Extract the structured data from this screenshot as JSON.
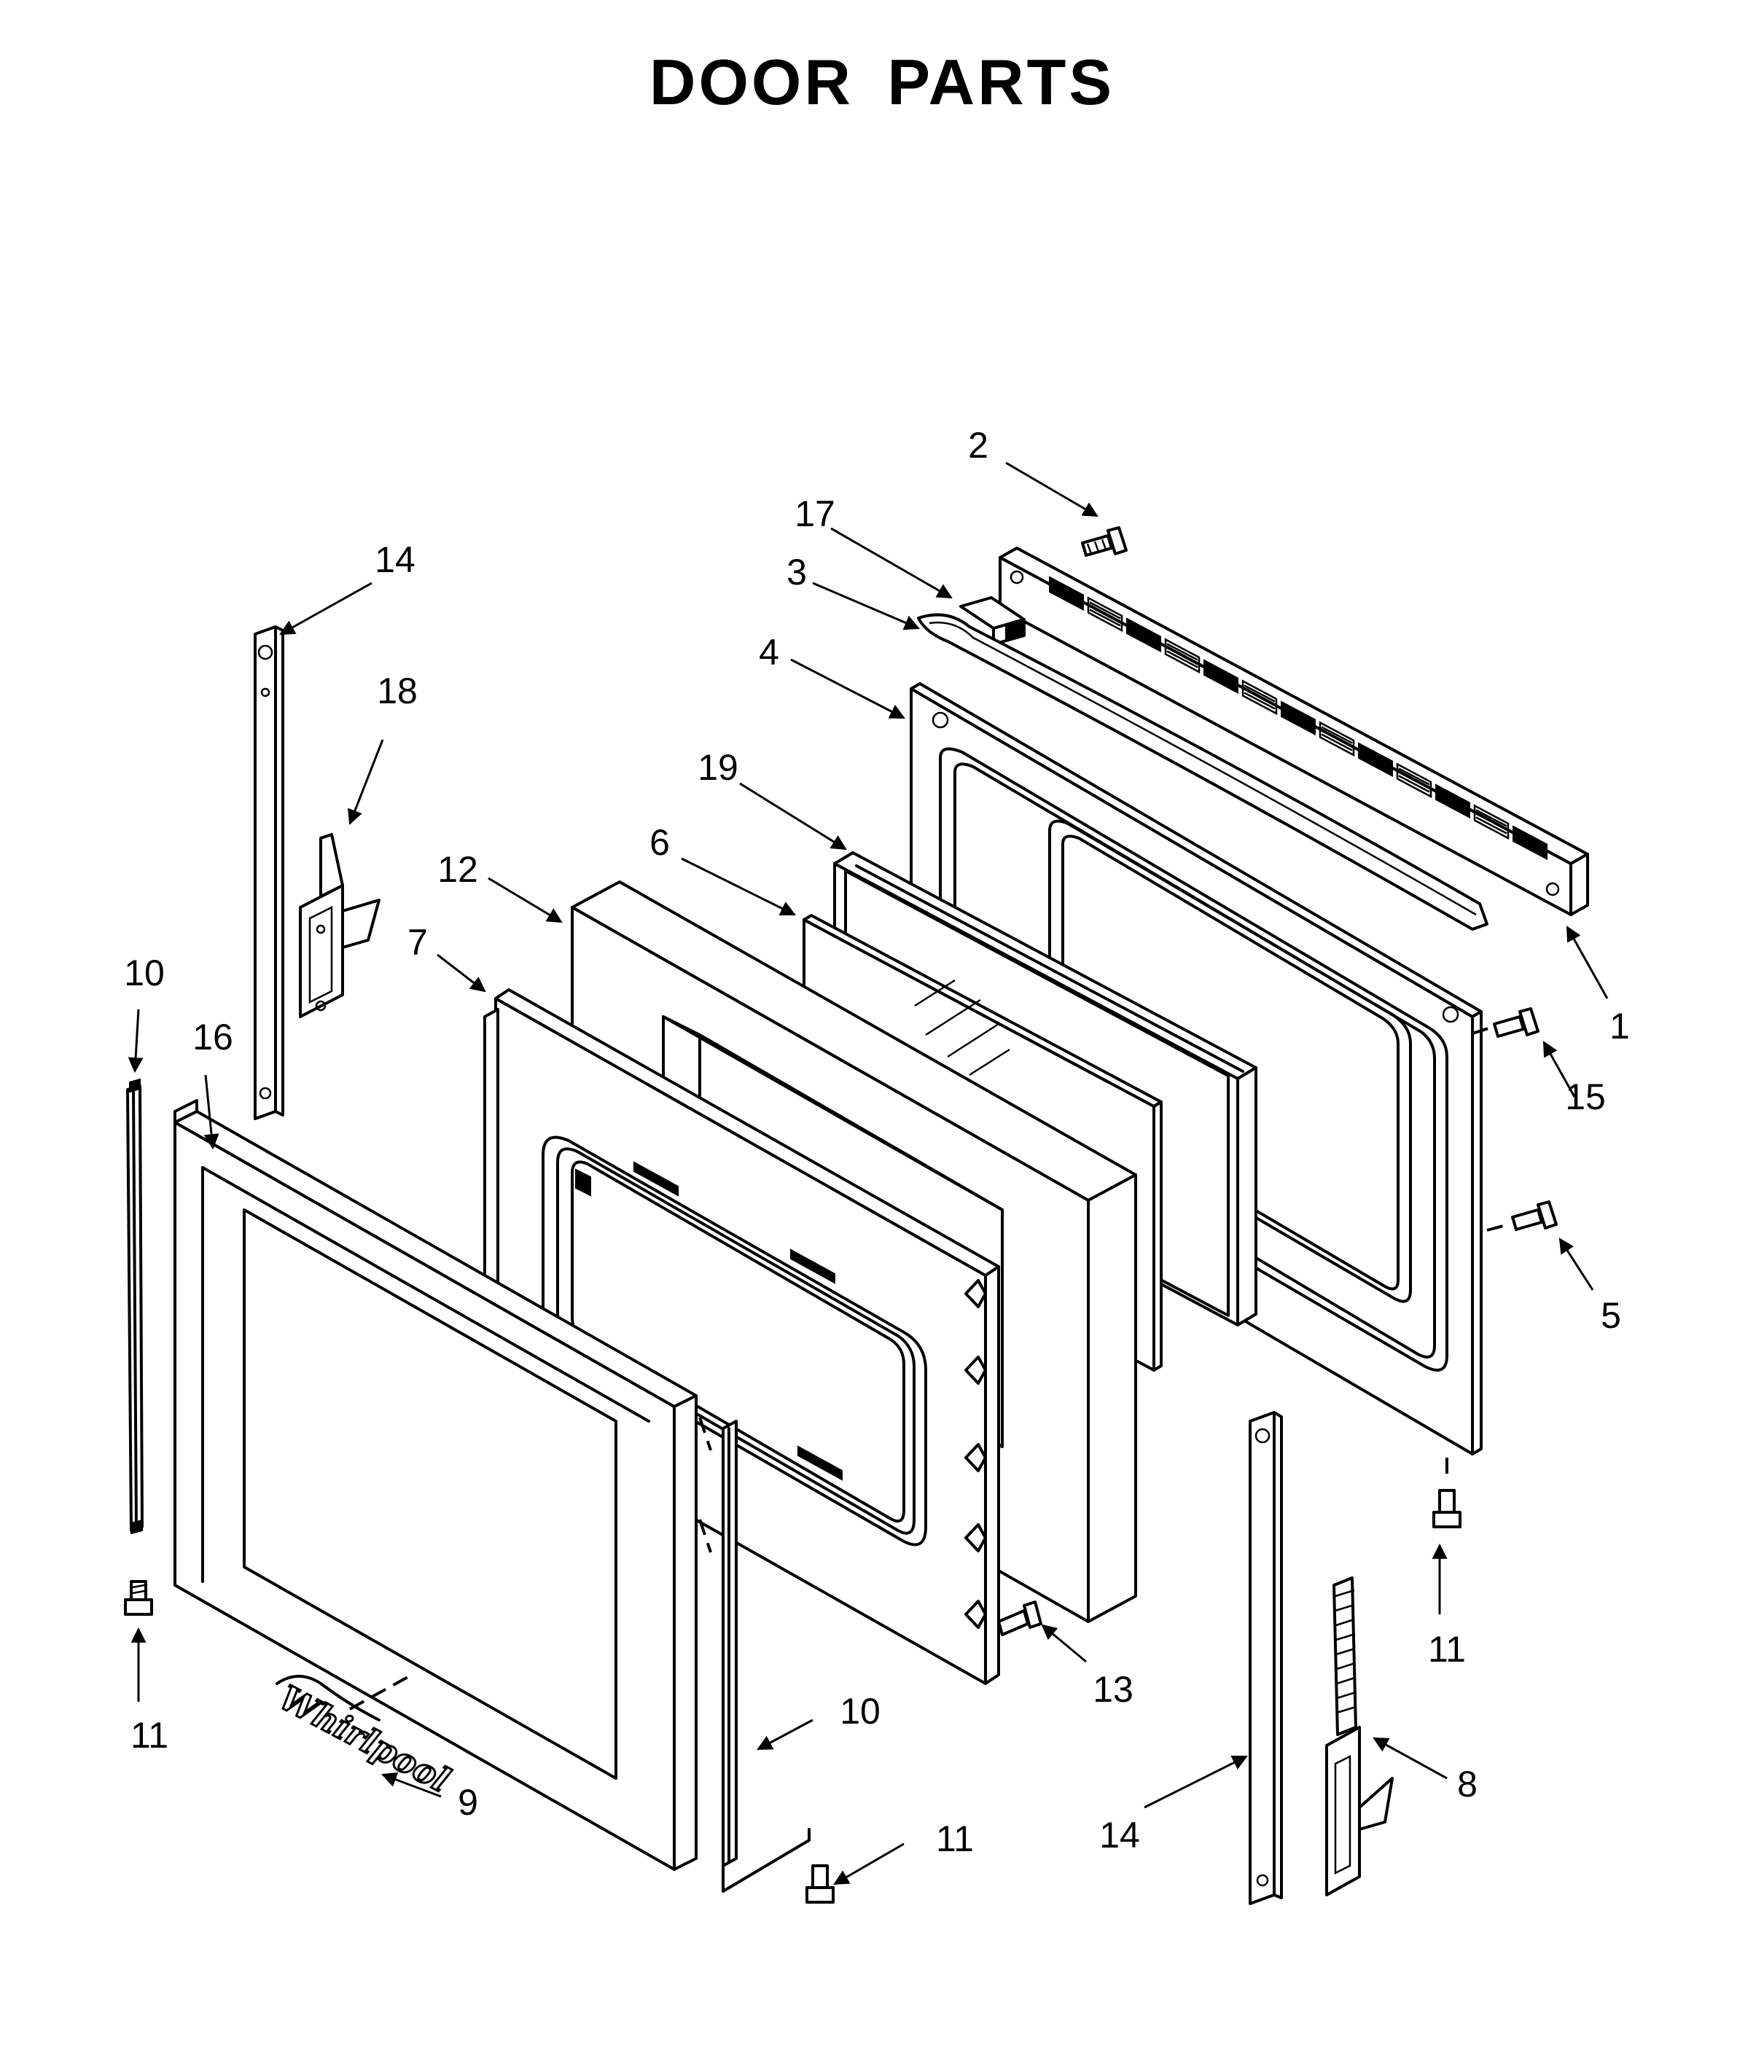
{
  "title": "DOOR PARTS",
  "brand_mark": "Whirlpool",
  "callouts": [
    {
      "id": "c1",
      "label": "1"
    },
    {
      "id": "c2",
      "label": "2"
    },
    {
      "id": "c3",
      "label": "3"
    },
    {
      "id": "c4",
      "label": "4"
    },
    {
      "id": "c5",
      "label": "5"
    },
    {
      "id": "c6",
      "label": "6"
    },
    {
      "id": "c7",
      "label": "7"
    },
    {
      "id": "c8",
      "label": "8"
    },
    {
      "id": "c9",
      "label": "9"
    },
    {
      "id": "c10a",
      "label": "10"
    },
    {
      "id": "c10b",
      "label": "10"
    },
    {
      "id": "c11a",
      "label": "11"
    },
    {
      "id": "c11b",
      "label": "11"
    },
    {
      "id": "c11c",
      "label": "11"
    },
    {
      "id": "c12",
      "label": "12"
    },
    {
      "id": "c13",
      "label": "13"
    },
    {
      "id": "c14a",
      "label": "14"
    },
    {
      "id": "c14b",
      "label": "14"
    },
    {
      "id": "c15",
      "label": "15"
    },
    {
      "id": "c16",
      "label": "16"
    },
    {
      "id": "c17",
      "label": "17"
    },
    {
      "id": "c18",
      "label": "18"
    },
    {
      "id": "c19",
      "label": "19"
    }
  ]
}
